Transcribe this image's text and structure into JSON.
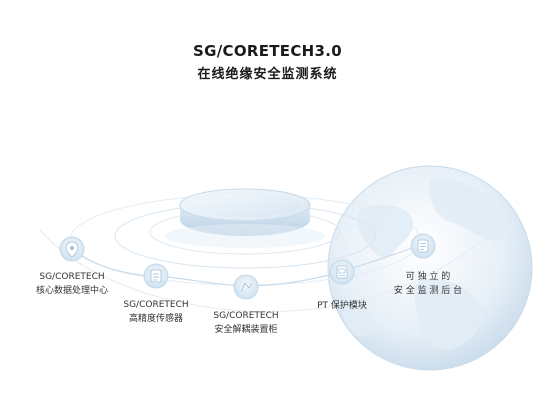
{
  "header": {
    "title": "SG/CORETECH3.0",
    "subtitle": "在线绝缘安全监测系统"
  },
  "nodes": [
    {
      "line1": "SG/CORETECH",
      "line2": "核心数据处理中心",
      "icon": "location-pin-icon"
    },
    {
      "line1": "SG/CORETECH",
      "line2": "高精度传感器",
      "icon": "sensor-panel-icon"
    },
    {
      "line1": "SG/CORETECH",
      "line2": "安全解耦装置柜",
      "icon": "decoupling-device-icon"
    },
    {
      "line1": "PT 保护模块",
      "line2": "",
      "icon": "protection-module-icon"
    },
    {
      "line1": "可 独 立 的",
      "line2": "安 全 监 测 后 台",
      "icon": "backend-document-icon"
    }
  ],
  "colors": {
    "accent": "#8fb8d6",
    "globe": "#d6e6f2",
    "node_fill": "#dcebf6",
    "text": "#222222"
  }
}
